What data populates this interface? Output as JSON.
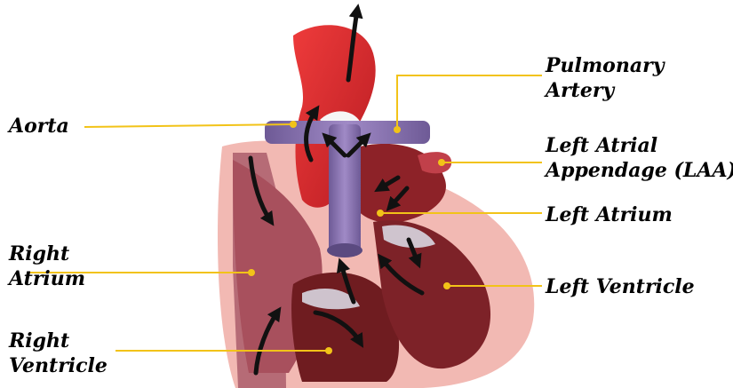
{
  "colors": {
    "leader": "#f2c318",
    "aorta": "#d8262a",
    "pulmonary": "#8a72ae",
    "outer_heart": "#f2b9b3",
    "atrium_right": "#a8505d",
    "muscle": "#6f1c20",
    "valve": "#d8d6e0",
    "arrow": "#111111"
  },
  "labels": {
    "aorta": "Aorta",
    "pulmonary_1": "Pulmonary",
    "pulmonary_2": "Artery",
    "laa_1": "Left Atrial",
    "laa_2": "Appendage (LAA)",
    "left_atrium": "Left Atrium",
    "right_atrium_1": "Right",
    "right_atrium_2": "Atrium",
    "left_ventricle": "Left Ventricle",
    "right_ventricle_1": "Right",
    "right_ventricle_2": "Ventricle"
  }
}
